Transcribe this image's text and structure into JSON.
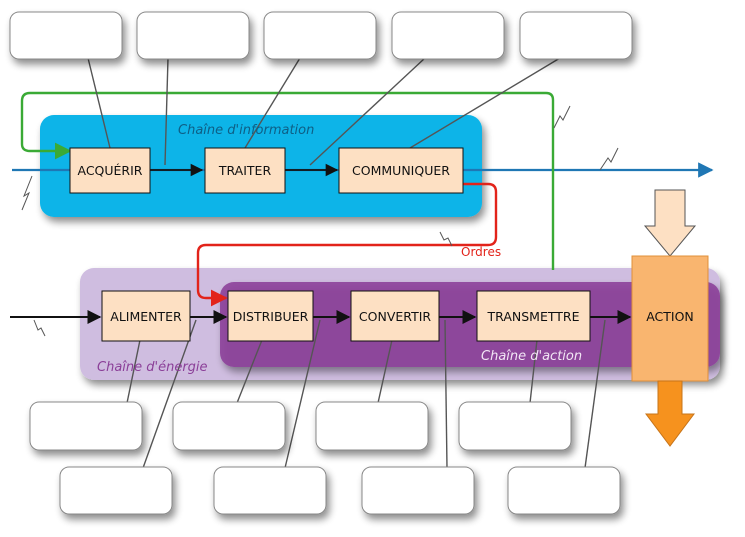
{
  "colors": {
    "info_chain": "#08b4e8",
    "energy_chain": "#cfbde0",
    "action_chain": "#8b3f98",
    "block_fill": "#fde0c3",
    "action_fill": "#f9b56f",
    "output_arrow": "#f6921e",
    "feedback_line": "#3aaa35",
    "orders_line": "#e2231a",
    "info_flow": "#1f77b4"
  },
  "chains": {
    "information": "Chaîne d'information",
    "energy": "Chaîne d'énergie",
    "action": "Chaîne d'action"
  },
  "blocks": {
    "acquerir": "ACQUÉRIR",
    "traiter": "TRAITER",
    "communiquer": "COMMUNIQUER",
    "alimenter": "ALIMENTER",
    "distribuer": "DISTRIBUER",
    "convertir": "CONVERTIR",
    "transmettre": "TRANSMETTRE",
    "action": "ACTION"
  },
  "orders_label": "Ordres",
  "annotation_boxes": {
    "top": [
      "",
      "",
      "",
      "",
      ""
    ],
    "middle": [
      "",
      "",
      "",
      "",
      ""
    ],
    "bottom": [
      "",
      "",
      "",
      ""
    ]
  }
}
